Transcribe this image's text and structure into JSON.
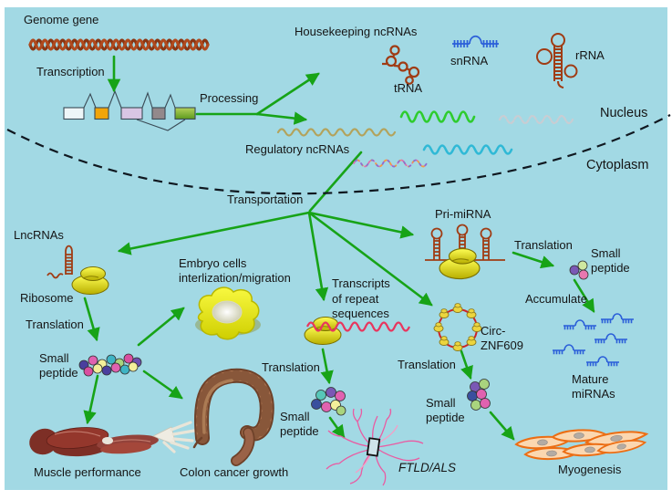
{
  "colors": {
    "background": "#a2d9e4",
    "frame": "#ffffff",
    "arrow_green": "#17a317",
    "rna_brown": "#a03c14",
    "dna_rust": "#b04a1e",
    "mirna_blue": "#2b5fd9",
    "ribosome_yellow": "#e8d800",
    "repeat_rna_red": "#e8365e",
    "neuron_pink": "#ea5ba2",
    "myotube_orange": "#ec6e14",
    "circ_red": "#cc2525",
    "text": "#151515"
  },
  "labels": {
    "nucleus_region": {
      "genome_gene": "Genome gene",
      "transcription": "Transcription",
      "processing": "Processing",
      "housekeeping": "Housekeeping ncRNAs",
      "trna": "tRNA",
      "snrna": "snRNA",
      "rrna": "rRNA",
      "regulatory": "Regulatory ncRNAs",
      "nucleus": "Nucleus"
    },
    "cytoplasm_region": {
      "cytoplasm": "Cytoplasm",
      "transportation": "Transportation",
      "lncrna_pathway": {
        "lncrnas": "LncRNAs",
        "ribosome": "Ribosome",
        "translation": "Translation",
        "small_peptide": "Small\npeptide",
        "embryo": "Embryo cells\ninterlization/migration",
        "muscle": "Muscle performance",
        "colon": "Colon cancer growth"
      },
      "repeat_pathway": {
        "transcripts": "Transcripts\nof repeat\nsequences",
        "translation": "Translation",
        "small_peptide": "Small\npeptide",
        "outcome": "FTLD/ALS"
      },
      "circ_pathway": {
        "name": "Circ-\nZNF609",
        "translation": "Translation",
        "small_peptide": "Small\npeptide",
        "outcome": "Myogenesis"
      },
      "primirna_pathway": {
        "name": "Pri-miRNA",
        "translation": "Translation",
        "small_peptide": "Small\npeptide",
        "accumulate": "Accumulate",
        "mature": "Mature\nmiRNAs"
      }
    }
  }
}
